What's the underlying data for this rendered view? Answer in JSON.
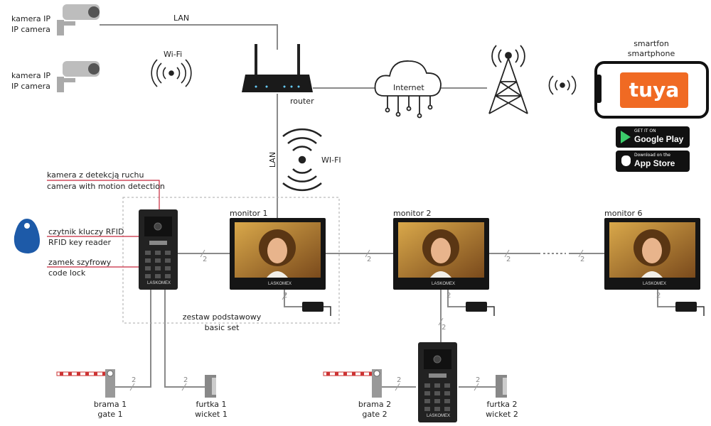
{
  "cameras": [
    {
      "label_pl": "kamera IP",
      "label_en": "IP camera"
    },
    {
      "label_pl": "kamera IP",
      "label_en": "IP camera"
    }
  ],
  "lan_top": "LAN",
  "lan_vertical": "LAN",
  "wifi_small": "Wi-Fi",
  "wifi_big": "WI-FI",
  "router": "router",
  "internet": "Internet",
  "smartphone": {
    "label_pl": "smartfon",
    "label_en": "smartphone",
    "app": "tuya",
    "app_color": "#f06a23"
  },
  "stores": [
    {
      "small": "GET IT ON",
      "big": "Google Play"
    },
    {
      "small": "Download on the",
      "big": "App Store"
    }
  ],
  "callouts": [
    {
      "pl": "kamera z detekcją ruchu",
      "en": "camera with motion detection"
    },
    {
      "pl": "czytnik kluczy RFID",
      "en": "RFID key reader"
    },
    {
      "pl": "zamek szyfrowy",
      "en": "code lock"
    }
  ],
  "callout_color": "#c8283c",
  "monitors": [
    "monitor 1",
    "monitor 2",
    "monitor 6"
  ],
  "basic_set": {
    "pl": "zestaw podstawowy",
    "en": "basic set"
  },
  "wire_count": "2",
  "gates": [
    {
      "pl": "brama 1",
      "en": "gate 1"
    },
    {
      "pl": "brama 2",
      "en": "gate 2"
    }
  ],
  "wickets": [
    {
      "pl": "furtka 1",
      "en": "wicket 1"
    },
    {
      "pl": "furtka 2",
      "en": "wicket 2"
    }
  ],
  "brand": "LASKOMEX"
}
